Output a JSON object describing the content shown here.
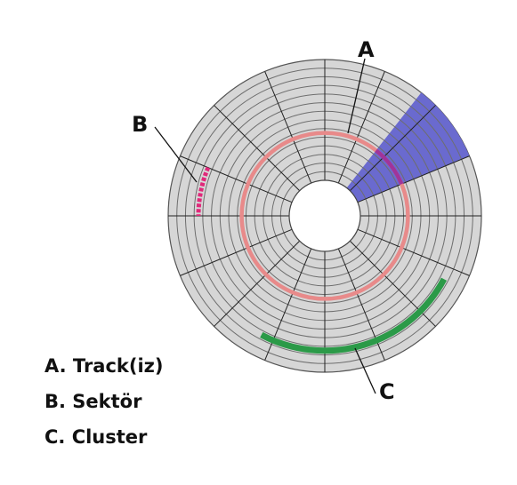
{
  "callouts": {
    "track": "A",
    "sector": "B",
    "cluster": "C"
  },
  "legend": [
    {
      "text": "A. Track(iz)"
    },
    {
      "text": "B. Sektör"
    },
    {
      "text": "C. Cluster"
    }
  ],
  "colors": {
    "disk_fill": "#d6d6d6",
    "track_line": "#6e6e6e",
    "sector_line": "#222222",
    "highlight_track": "#e88a8a",
    "highlight_sector": "#6a6acf",
    "sector_mark": "#e0287a",
    "track_sector_overlap": "#a0349a",
    "cluster": "#2b9a48"
  }
}
